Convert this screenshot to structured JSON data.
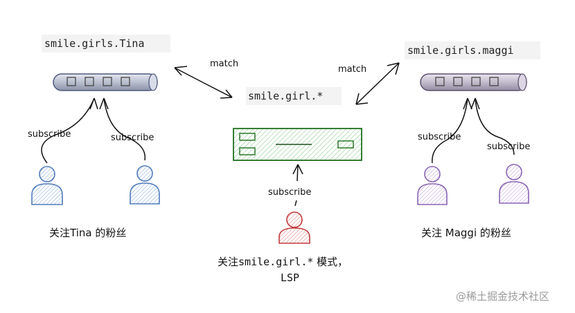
{
  "topics": {
    "tina": "smile.girls.Tina",
    "maggi": "smile.girls.maggi",
    "pattern": "smile.girl.*"
  },
  "edges": {
    "match_left": "match",
    "match_right": "match",
    "subscribe_tina_1": "subscribe",
    "subscribe_tina_2": "subscribe",
    "subscribe_center": "subscribe",
    "subscribe_maggi_1": "subscribe",
    "subscribe_maggi_2": "subscribe"
  },
  "captions": {
    "tina_fans": "关注Tina 的粉丝",
    "maggi_fans": "关注 Maggi 的粉丝",
    "pattern_fan_prefix": "关注",
    "pattern_fan_mono": "smile.girl.*",
    "pattern_fan_suffix": " 模式，",
    "pattern_fan_line2": "LSP"
  },
  "watermark": "@稀土掘金技术社区",
  "colors": {
    "tina_users": "#5b86c4",
    "pattern_user": "#c0393b",
    "maggi_users": "#8a63b3",
    "pattern_box": "#2f8a2f",
    "pipe": "#5d6d93"
  }
}
